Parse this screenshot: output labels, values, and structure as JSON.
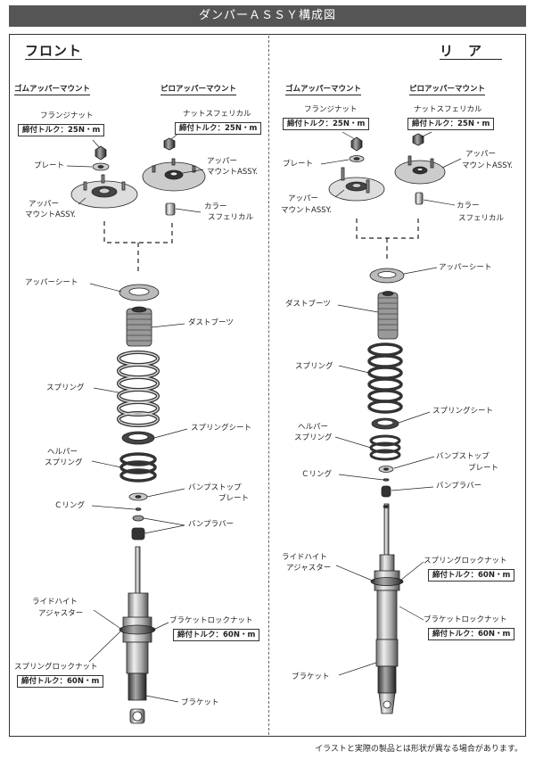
{
  "title": "ダンパーＡＳＳＹ構成図",
  "front": {
    "heading": "フロント",
    "rubber_mount": "ゴムアッパーマウント",
    "pillow_mount": "ピロアッパーマウント",
    "flange_nut": "フランジナット",
    "flange_nut_torque": "締付トルク：25N・m",
    "nut_spherical": "ナットスフェリカル",
    "nut_spherical_torque": "締付トルク：25N・m",
    "plate": "プレート",
    "upper_mount_assy_rubber": [
      "アッパー",
      "マウントASSY."
    ],
    "upper_mount_assy_pillow": [
      "アッパー",
      "マウントASSY."
    ],
    "collar": [
      "カラー",
      "スフェリカル"
    ],
    "upper_seat": "アッパーシート",
    "dust_boots": "ダストブーツ",
    "spring": "スプリング",
    "spring_seat": "スプリングシート",
    "helper_spring": [
      "ヘルパー",
      "スプリング"
    ],
    "bump_stop_plate": [
      "バンプストップ",
      "プレート"
    ],
    "c_ring": "Ｃリング",
    "bump_rubber": "バンプラバー",
    "ride_height_adjuster": [
      "ライドハイト",
      "アジャスター"
    ],
    "bracket_lock_nut": "ブラケットロックナット",
    "bracket_lock_nut_torque": "締付トルク：60N・m",
    "spring_lock_nut": "スプリングロックナット",
    "spring_lock_nut_torque": "締付トルク：60N・m",
    "bracket": "ブラケット"
  },
  "rear": {
    "heading": "リ　ア",
    "rubber_mount": "ゴムアッパーマウント",
    "pillow_mount": "ピロアッパーマウント",
    "flange_nut": "フランジナット",
    "flange_nut_torque": "締付トルク：25N・m",
    "nut_spherical": "ナットスフェリカル",
    "nut_spherical_torque": "締付トルク：25N・m",
    "plate": "プレート",
    "upper_mount_assy_rubber": [
      "アッパー",
      "マウントASSY."
    ],
    "upper_mount_assy_pillow": [
      "アッパー",
      "マウントASSY."
    ],
    "collar": [
      "カラー",
      "スフェリカル"
    ],
    "upper_seat": "アッパーシート",
    "dust_boots": "ダストブーツ",
    "spring": "スプリング",
    "spring_seat": "スプリングシート",
    "helper_spring": [
      "ヘルパー",
      "スプリング"
    ],
    "bump_stop_plate": [
      "バンプストップ",
      "プレート"
    ],
    "c_ring": "Ｃリング",
    "bump_rubber": "バンプラバー",
    "ride_height_adjuster": [
      "ライドハイト",
      "アジャスター"
    ],
    "spring_lock_nut": "スプリングロックナット",
    "spring_lock_nut_torque": "締付トルク：60N・m",
    "bracket_lock_nut": "ブラケットロックナット",
    "bracket_lock_nut_torque": "締付トルク：60N・m",
    "bracket": "ブラケット"
  },
  "note": "イラストと実際の製品とは形状が異なる場合があります。"
}
